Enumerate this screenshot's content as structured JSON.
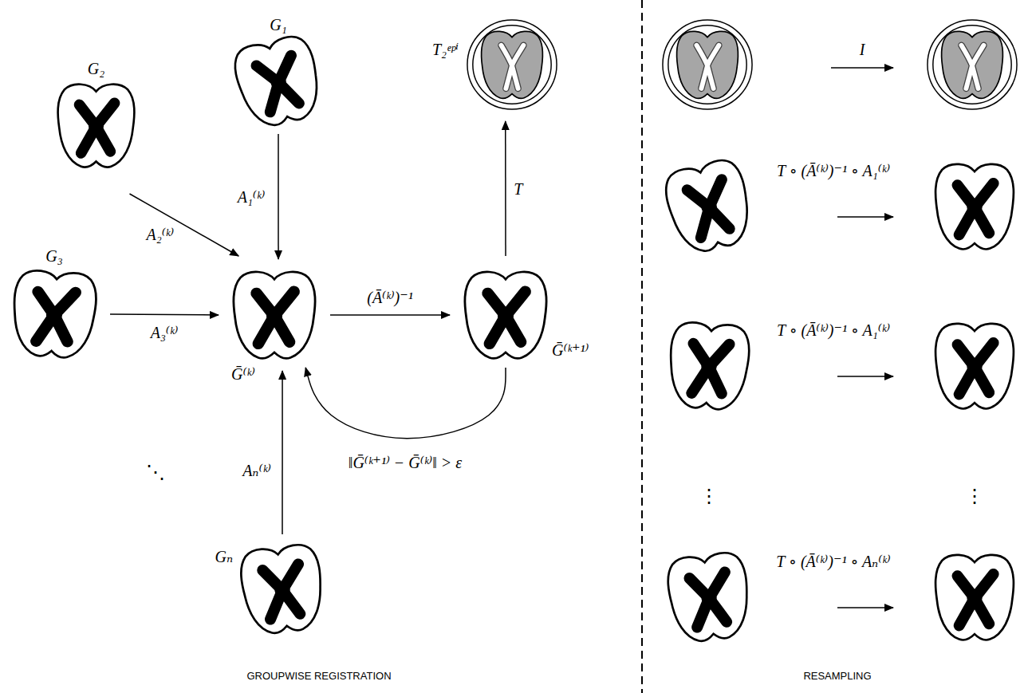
{
  "diagram": {
    "nodes": [
      {
        "text": [
          "G₁"
        ]
      },
      {
        "text": [
          "T₂ᵉᵖⁱ"
        ]
      },
      {
        "text": [
          "G₂"
        ]
      },
      {
        "text": [
          "G₃"
        ]
      },
      {
        "text": [
          "Ḡ⁽ᵏ⁾"
        ]
      },
      {
        "text": [
          "Ḡ⁽ᵏ⁺¹⁾"
        ]
      },
      {
        "text": [
          "Gₙ"
        ]
      }
    ],
    "edges": [
      {
        "from": 0,
        "to": 4,
        "arrow": "to",
        "label": "A₁⁽ᵏ⁾"
      },
      {
        "from": 2,
        "to": 4,
        "arrow": "to",
        "label": "A₂⁽ᵏ⁾"
      },
      {
        "from": 3,
        "to": 4,
        "arrow": "to",
        "label": "A₃⁽ᵏ⁾"
      },
      {
        "from": 4,
        "to": 5,
        "arrow": "to",
        "label": "(Ā⁽ᵏ⁾)⁻¹"
      },
      {
        "from": 5,
        "to": 1,
        "arrow": "to",
        "label": "T"
      },
      {
        "from": 5,
        "to": 4,
        "arrow": "to",
        "label": "‖Ḡ⁽ᵏ⁺¹⁾ − Ḡ⁽ᵏ⁾‖ > ε"
      },
      {
        "from": 6,
        "to": 4,
        "arrow": "to",
        "label": "Aₙ⁽ᵏ⁾"
      }
    ],
    "labels": [
      "⋱",
      "GROUPWISE REGISTRATION",
      "I",
      "T ∘ (Ā⁽ᵏ⁾)⁻¹ ∘ A₁⁽ᵏ⁾",
      "T ∘ (Ā⁽ᵏ⁾)⁻¹ ∘ A₁⁽ᵏ⁾",
      "⋮",
      "⋮",
      "T ∘ (Ā⁽ᵏ⁾)⁻¹ ∘ Aₙ⁽ᵏ⁾",
      "RESAMPLING"
    ]
  }
}
